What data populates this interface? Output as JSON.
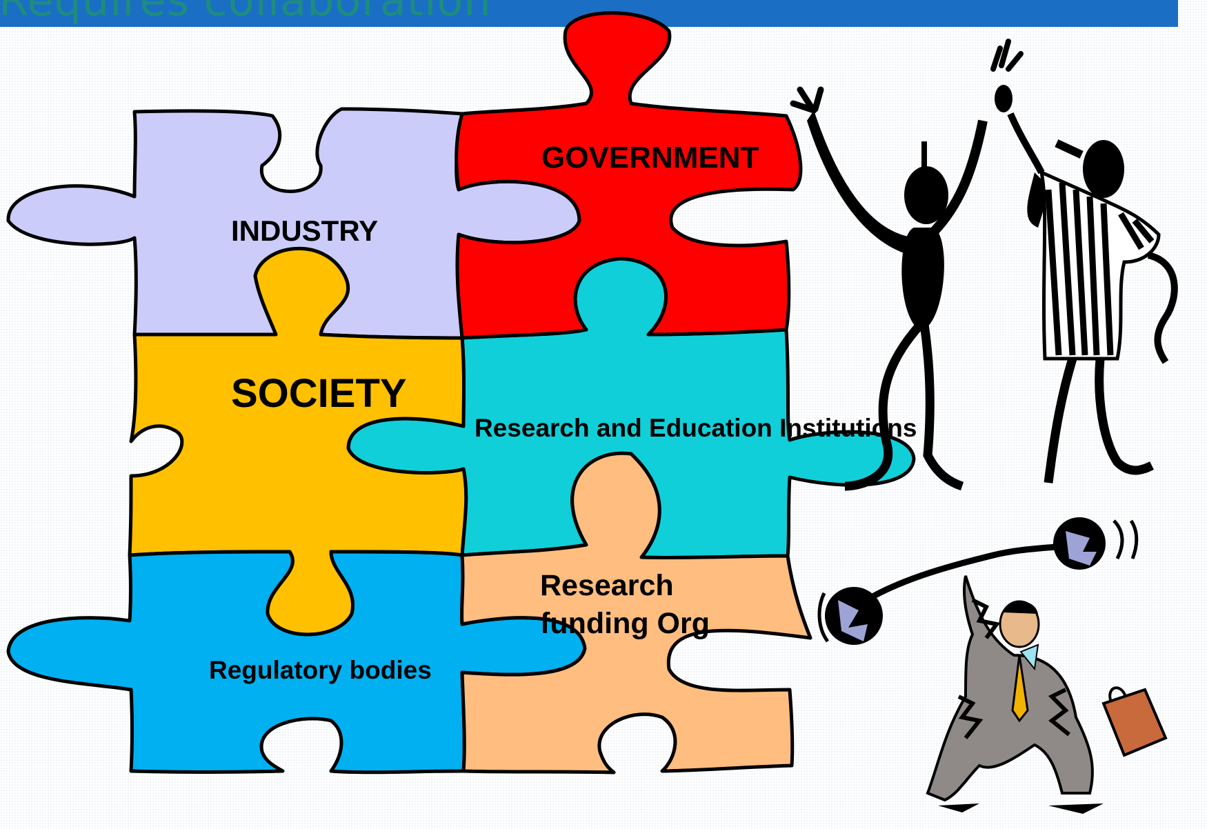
{
  "slide": {
    "title": "Requires collaboration"
  },
  "puzzle": {
    "pieces": [
      {
        "id": "industry",
        "label": "INDUSTRY",
        "color": "#ccccfa"
      },
      {
        "id": "government",
        "label": "GOVERNMENT",
        "color": "#ff0000"
      },
      {
        "id": "society",
        "label": "SOCIETY",
        "color": "#ffc000"
      },
      {
        "id": "research",
        "label": "Research and Education Institutions",
        "color": "#11cfd9"
      },
      {
        "id": "regulatory",
        "label": "Regulatory bodies",
        "color": "#00b0f0"
      },
      {
        "id": "funding",
        "label_line1": "Research",
        "label_line2": "funding Org",
        "color": "#ffbd80"
      }
    ]
  },
  "clipart": [
    "high-five-figures-icon",
    "weightlifting-businessman-icon"
  ]
}
